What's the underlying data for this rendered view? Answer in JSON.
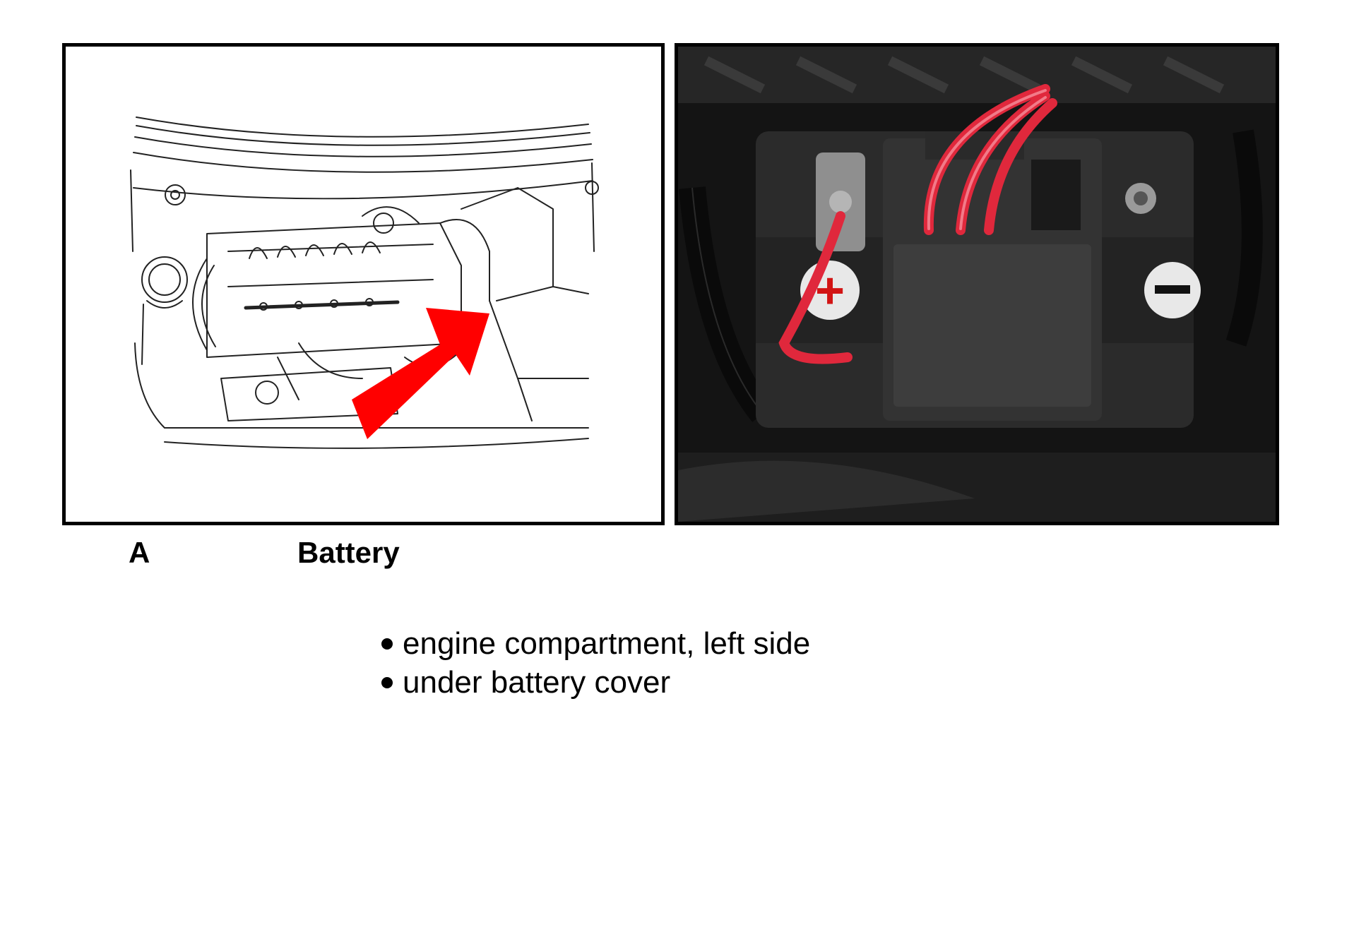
{
  "figure": {
    "caption_letter": "A",
    "caption_title": "Battery",
    "arrow_color": "#ff0000",
    "photo_terminal_positive": "+",
    "photo_terminal_negative": "−"
  },
  "locations": [
    "engine compartment, left side",
    "under battery cover"
  ]
}
